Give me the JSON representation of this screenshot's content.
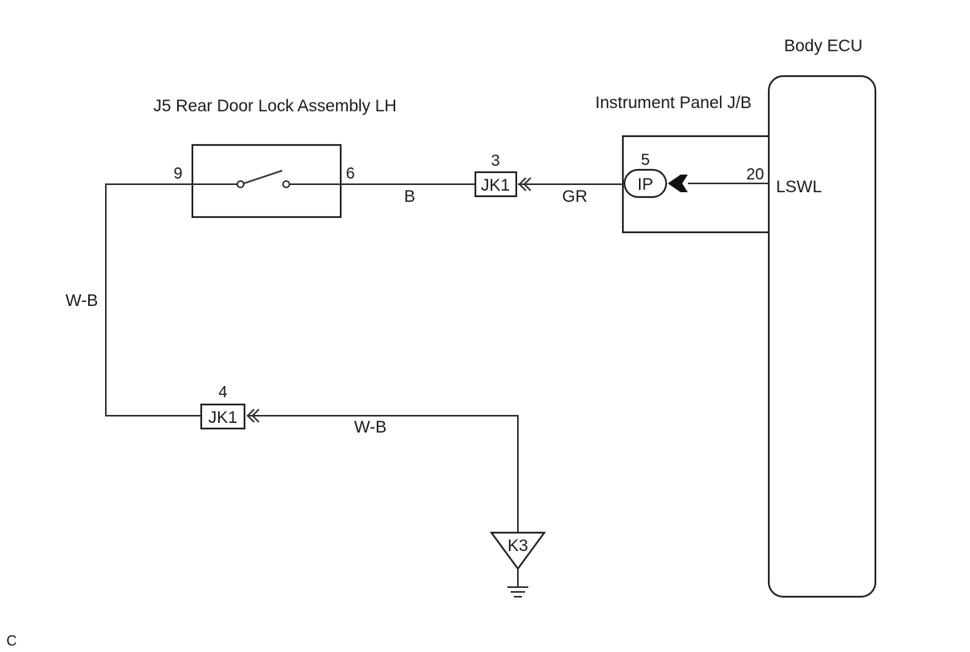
{
  "components": {
    "door_lock": {
      "title": "J5 Rear Door Lock Assembly LH",
      "pin_left": "9",
      "pin_right": "6"
    },
    "junction_block": {
      "title": "Instrument Panel J/B",
      "connector": "IP",
      "pin": "5"
    },
    "body_ecu": {
      "title": "Body ECU",
      "pin": "20",
      "terminal": "LSWL"
    },
    "connector_top": {
      "label": "JK1",
      "pin": "3"
    },
    "connector_bottom": {
      "label": "JK1",
      "pin": "4"
    },
    "ground": {
      "label": "K3"
    }
  },
  "wires": {
    "b": "B",
    "gr": "GR",
    "wb_vertical": "W-B",
    "wb_horizontal": "W-B"
  },
  "footer": {
    "code": "C"
  }
}
